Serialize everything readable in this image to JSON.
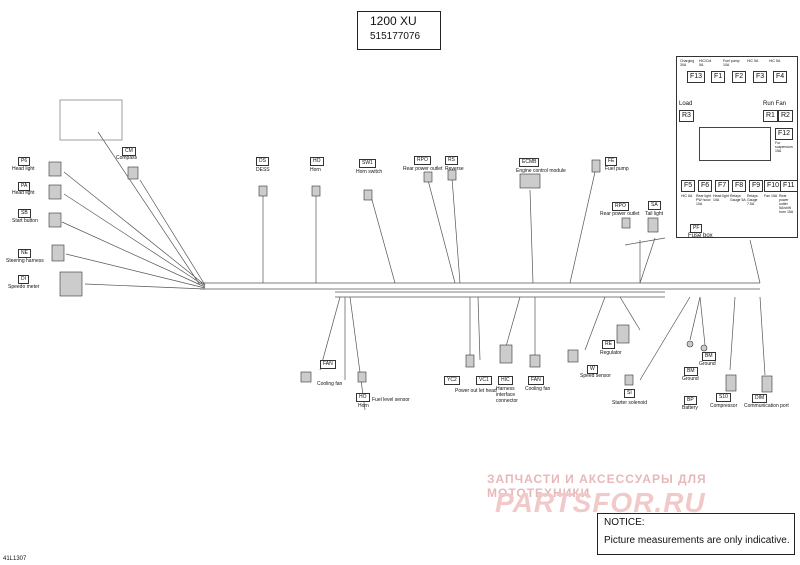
{
  "title": {
    "model": "1200 XU",
    "part_number": "515177076"
  },
  "components": {
    "compass": {
      "code": "CM",
      "label": "Compass"
    },
    "head_light_1": {
      "code": "P6",
      "label": "Head light"
    },
    "head_light_2": {
      "code": "PA",
      "label": "Head light"
    },
    "start_button": {
      "code": "SB",
      "label": "Start button"
    },
    "steering_harness": {
      "code": "NE",
      "label": "Steering harness"
    },
    "speedo_meter": {
      "code": "DI",
      "label": "Speedo meter"
    },
    "dess": {
      "code": "DS",
      "label": "DESS"
    },
    "horn": {
      "code": "HO",
      "label": "Horn"
    },
    "horn_switch": {
      "code": "SW1",
      "label": "Horn switch"
    },
    "rear_power_outlet_top": {
      "code": "RPO",
      "label": "Rear power outlet"
    },
    "reverse": {
      "code": "RS",
      "label": "Reverse"
    },
    "ecm": {
      "code": "ECMB",
      "label": "Engine control module"
    },
    "fuel_pump": {
      "code": "FE",
      "label": "Fuel pump"
    },
    "rear_power_outlet_right": {
      "code": "RPO",
      "label": "Rear power outlet"
    },
    "tail_light": {
      "code": "SA",
      "label": "Tail light"
    },
    "fuse_box": {
      "code": "PF",
      "label": "Fuse box"
    },
    "cooling_fan_left": {
      "code": "FAN",
      "label": "Cooling fan"
    },
    "horn_bottom": {
      "code": "HO",
      "label": "Horn"
    },
    "fuel_level_sensor": {
      "code": "",
      "label": "Fuel level sensor"
    },
    "power_out_let_head_a": {
      "code": "YC2",
      "label": ""
    },
    "power_out_let_head_b": {
      "code": "VC1",
      "label": "Power out let head"
    },
    "harness_interface": {
      "code": "HIC",
      "label": "Harness interface connector"
    },
    "cooling_fan_bottom": {
      "code": "FAN",
      "label": "Cooling fan"
    },
    "regulator": {
      "code": "RE",
      "label": "Regulator"
    },
    "speed_sensor": {
      "code": "W",
      "label": "Speed sensor"
    },
    "starter_solenoid": {
      "code": "SI",
      "label": "Starter solenoid"
    },
    "battery": {
      "code": "BP",
      "label": "Battery"
    },
    "ground_a": {
      "code": "BM",
      "label": "Ground"
    },
    "ground_b": {
      "code": "BM",
      "label": "Ground"
    },
    "compressor": {
      "code": "S10",
      "label": "Compressor"
    },
    "communication_port": {
      "code": "DIM",
      "label": "Communication port"
    }
  },
  "fuse_box_detail": {
    "top_notes": [
      "Charging 30A",
      "HIC/Cdi 5A",
      "Fuel pump 10A",
      "HIC 5A",
      "HIC 5A"
    ],
    "top_fuses": [
      "F13",
      "F1",
      "F2",
      "F3",
      "F4"
    ],
    "load": {
      "label": "Load",
      "code": "R3"
    },
    "run_fan": {
      "label": "Run Fan",
      "codes": [
        "R1",
        "R2"
      ]
    },
    "f12": {
      "code": "F12",
      "note": "For suspension 15A"
    },
    "bottom_fuses": [
      "F5",
      "F6",
      "F7",
      "F8",
      "F9",
      "F10",
      "F11"
    ],
    "bottom_notes": [
      "HIC 6A",
      "Rear light PW hood 10A",
      "Head light 10A",
      "Relays Gauge 5A",
      "Relays Gauge 7.5A",
      "Fan 15A",
      "Rear power outlet 5A/shift horn 15A"
    ]
  },
  "notice": {
    "heading": "NOTICE:",
    "text": "Picture measurements are only indicative."
  },
  "watermark": {
    "line1": "ЗАПЧАСТИ И АКСЕССУАРЫ ДЛЯ МОТОТЕХНИКИ",
    "line2": "PARTSFOR.RU"
  },
  "figure_ref": "41L1307"
}
